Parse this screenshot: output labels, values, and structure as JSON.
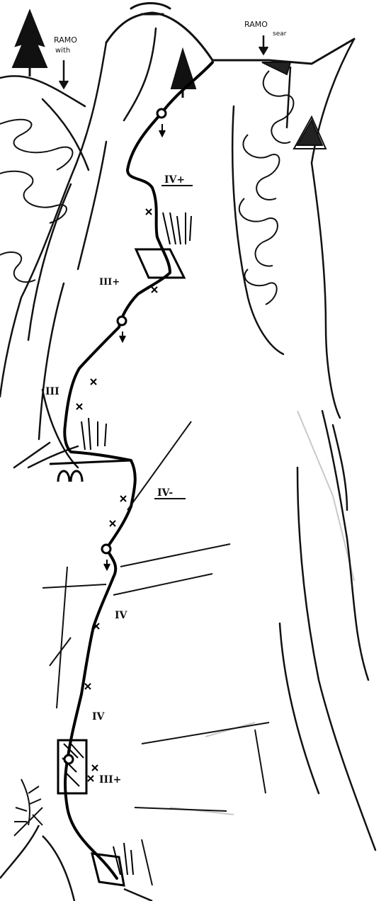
{
  "labels": {
    "ramo_left": "RAMO",
    "ramo_left_sub": "with",
    "ramo_right": "RAMO",
    "ramo_right_sub": "sear"
  },
  "grades": {
    "g1": "IV+",
    "g2": "III+",
    "g3": "III",
    "g4": "IV-",
    "g5": "IV",
    "g6": "IV",
    "g7": "III+"
  },
  "colors": {
    "ink": "#111111",
    "paper": "#ffffff",
    "faint": "#9a9a9a"
  }
}
